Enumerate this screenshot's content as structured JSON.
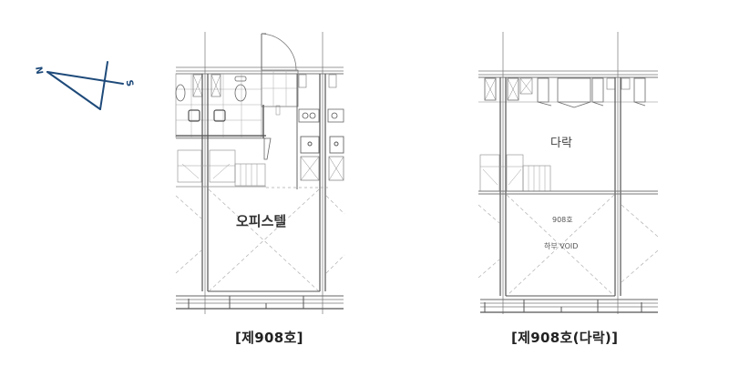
{
  "compass": {
    "north_label": "N",
    "south_label": "S",
    "color": "#1e4a7a"
  },
  "plans": [
    {
      "id": "unit-908",
      "caption": "[제908호]",
      "rooms": [
        {
          "label": "오피스텔"
        }
      ]
    },
    {
      "id": "unit-908-loft",
      "caption": "[제908호(다락)]",
      "rooms": [
        {
          "label": "다락"
        },
        {
          "label": "908호"
        },
        {
          "label": "하부 VOID"
        }
      ]
    }
  ],
  "colors": {
    "wall": "#555555",
    "thin_line": "#8a8a8a",
    "dashed": "#aaaaaa",
    "background": "#ffffff"
  }
}
